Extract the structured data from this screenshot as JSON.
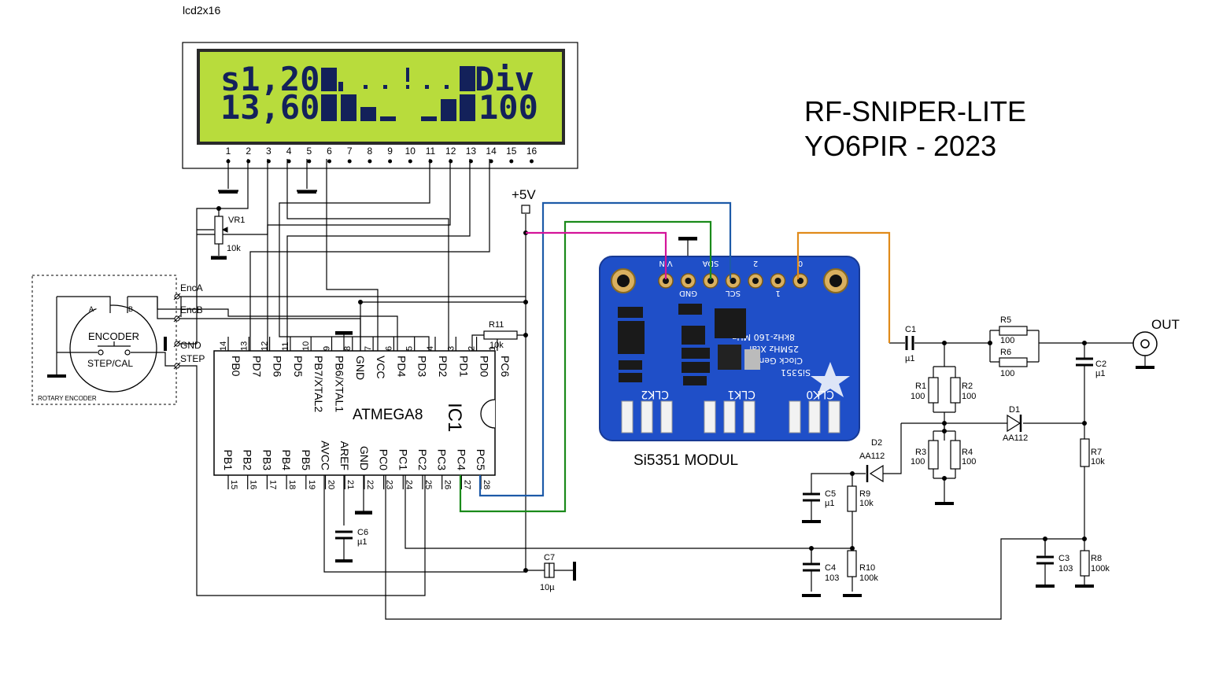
{
  "title": {
    "line1": "RF-SNIPER-LITE",
    "line2": "YO6PIR - 2023"
  },
  "lcd": {
    "label": "lcd2x16",
    "row1_left": "s1,20",
    "row1_right": "Div",
    "row2_left": "13,60",
    "row2_right": "100",
    "pins": [
      "1",
      "2",
      "3",
      "4",
      "5",
      "6",
      "7",
      "8",
      "9",
      "10",
      "11",
      "12",
      "13",
      "14",
      "15",
      "16"
    ]
  },
  "ic": {
    "name": "ATMEGA8",
    "ref": "IC1",
    "top_pins": [
      {
        "num": "14",
        "name": "PB0"
      },
      {
        "num": "13",
        "name": "PD7"
      },
      {
        "num": "12",
        "name": "PD6"
      },
      {
        "num": "11",
        "name": "PD5"
      },
      {
        "num": "10",
        "name": "PB7/XTAL2"
      },
      {
        "num": "9",
        "name": "PB6/XTAL1"
      },
      {
        "num": "8",
        "name": "GND"
      },
      {
        "num": "7",
        "name": "VCC"
      },
      {
        "num": "6",
        "name": "PD4"
      },
      {
        "num": "5",
        "name": "PD3"
      },
      {
        "num": "4",
        "name": "PD2"
      },
      {
        "num": "3",
        "name": "PD1"
      },
      {
        "num": "2",
        "name": "PD0"
      },
      {
        "num": "1",
        "name": "PC6"
      }
    ],
    "bottom_pins": [
      {
        "num": "15",
        "name": "PB1"
      },
      {
        "num": "16",
        "name": "PB2"
      },
      {
        "num": "17",
        "name": "PB3"
      },
      {
        "num": "18",
        "name": "PB4"
      },
      {
        "num": "19",
        "name": "PB5"
      },
      {
        "num": "20",
        "name": "AVCC"
      },
      {
        "num": "21",
        "name": "AREF"
      },
      {
        "num": "22",
        "name": "GND"
      },
      {
        "num": "23",
        "name": "PC0"
      },
      {
        "num": "24",
        "name": "PC1"
      },
      {
        "num": "25",
        "name": "PC2"
      },
      {
        "num": "26",
        "name": "PC3"
      },
      {
        "num": "27",
        "name": "PC4"
      },
      {
        "num": "28",
        "name": "PC5"
      }
    ]
  },
  "supply": "+5V",
  "encoder": {
    "box_label": "ROTARY ENCODER",
    "name": "ENCODER",
    "switch": "STEP/CAL",
    "a": "A",
    "b": "B",
    "enc_a": "EncA",
    "enc_b": "EncB",
    "gnd": "GND",
    "step": "STEP"
  },
  "module": {
    "caption": "Si5351 MODUL",
    "pins": [
      "VIN",
      "GND",
      "SDA",
      "SCL",
      "2",
      "1",
      "0"
    ],
    "text1": "Si5351",
    "text2": "Clock Gen",
    "text3": "25MHz Xtal",
    "text4": "8kHz-160 MHz",
    "clk0": "CLK0",
    "clk1": "CLK1",
    "clk2": "CLK2"
  },
  "output_label": "OUT",
  "components": {
    "vr1": {
      "ref": "VR1",
      "val": "10k"
    },
    "r11": {
      "ref": "R11",
      "val": "10k"
    },
    "c1": {
      "ref": "C1",
      "val": "µ1"
    },
    "r5": {
      "ref": "R5",
      "val": "100"
    },
    "r6": {
      "ref": "R6",
      "val": "100"
    },
    "c2": {
      "ref": "C2",
      "val": "µ1"
    },
    "r1": {
      "ref": "R1",
      "val": "100"
    },
    "r2": {
      "ref": "R2",
      "val": "100"
    },
    "r3": {
      "ref": "R3",
      "val": "100"
    },
    "r4": {
      "ref": "R4",
      "val": "100"
    },
    "d1": {
      "ref": "D1",
      "val": "AA112"
    },
    "d2": {
      "ref": "D2",
      "val": "AA112"
    },
    "r7": {
      "ref": "R7",
      "val": "10k"
    },
    "c5": {
      "ref": "C5",
      "val": "µ1"
    },
    "r9": {
      "ref": "R9",
      "val": "10k"
    },
    "c4": {
      "ref": "C4",
      "val": "103"
    },
    "r10": {
      "ref": "R10",
      "val": "100k"
    },
    "c3": {
      "ref": "C3",
      "val": "103"
    },
    "r8": {
      "ref": "R8",
      "val": "100k"
    },
    "c6": {
      "ref": "C6",
      "val": "µ1"
    },
    "c7": {
      "ref": "C7",
      "val": "10µ"
    }
  },
  "colors": {
    "lcd_bg": "#b8dc3c",
    "lcd_text": "#13215a",
    "module_bg": "#1f4fc8",
    "wire_blue": "#1d5aa8",
    "wire_green": "#1a8a1a",
    "wire_magenta": "#d4149a",
    "wire_orange": "#e08a1a"
  }
}
